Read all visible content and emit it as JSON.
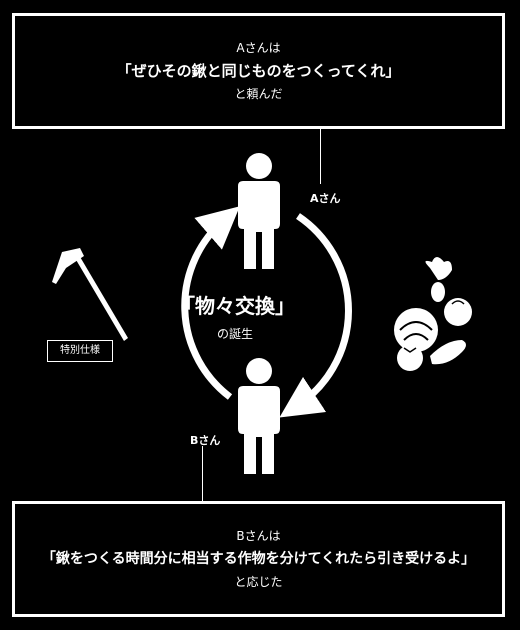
{
  "request_box": {
    "speaker": "Aさんは",
    "quote": "「ぜひその鍬と同じものをつくってくれ」",
    "closing": "と頼んだ"
  },
  "reply_box": {
    "speaker": "Bさんは",
    "quote": "「鍬をつくる時間分に相当する作物を分けてくれたら引き受けるよ」",
    "closing": "と応じた"
  },
  "person_a": {
    "label": "Aさん"
  },
  "person_b": {
    "label": "Bさん"
  },
  "center": {
    "title": "「物々交換」",
    "subtitle": "の誕生"
  },
  "hoe": {
    "badge": "特別仕様"
  },
  "icons": {
    "person_a": "person-icon",
    "person_b": "person-icon",
    "hoe": "hoe-icon",
    "vegetables": "vegetables-icon"
  }
}
